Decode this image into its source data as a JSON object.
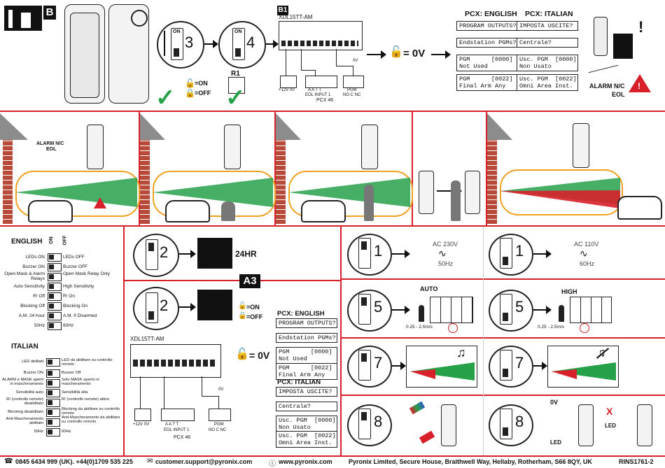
{
  "section_labels": {
    "b": "B",
    "b1": "B1",
    "a3": "A3"
  },
  "top": {
    "step3": {
      "num": "3",
      "on": "ON",
      "num_small": "3"
    },
    "step4": {
      "num": "4",
      "on": "ON",
      "num_small": "4"
    },
    "legend_on": "=ON",
    "legend_off": "=OFF",
    "r1": "R1",
    "board_title": "XDL15TT-AM",
    "board_labels": {
      "v12": "+12V 0V",
      "eol": "A  A  T  T",
      "eol_input": "EOL INPUT 1",
      "pgm": "PGM",
      "pgm_pins": "NO  C  NC",
      "ov": "0V",
      "pcx": "PCX 46"
    },
    "zero_v": "= 0V",
    "pcx_english": {
      "title": "PCX: ENGLISH",
      "lcd1": "PROGRAM OUTPUTS?",
      "lcd2": "Endstation PGMs?",
      "lcd3a": "PGM      [0000]",
      "lcd3b": "Not Used",
      "lcd4a": "PGM      [0022]",
      "lcd4b": "Final Arm Any"
    },
    "pcx_italian": {
      "title": "PCX: ITALIAN",
      "lcd1": "IMPOSTA USCITE?",
      "lcd2": "Centrale?",
      "lcd3a": "Usc. PGM  [0000]",
      "lcd3b": "Non Usato",
      "lcd4a": "Usc. PGM  [0022]",
      "lcd4b": "Omni Area Inst."
    },
    "alarm": "ALARM N/C",
    "eol": "EOL"
  },
  "scenes": {
    "alarm_label": "ALARM N/C",
    "eol_label": "EOL"
  },
  "english_dip": {
    "title": "ENGLISH",
    "on": "ON",
    "off": "OFF",
    "rows": [
      {
        "left": "LEDs ON",
        "right": "LEDs OFF"
      },
      {
        "left": "Buzzer ON",
        "right": "Buzzer OFF"
      },
      {
        "left": "Open Mask & Alarm Relays",
        "right": "Open Mask Relay Only"
      },
      {
        "left": "Auto Sensitivity",
        "right": "High Sensitivity"
      },
      {
        "left": "R! Off",
        "right": "R! On"
      },
      {
        "left": "Blocking Off",
        "right": "Blocking On"
      },
      {
        "left": "A.M. 24 hour",
        "right": "A.M. If Disarmed"
      },
      {
        "left": "50Hz",
        "right": "60Hz"
      }
    ]
  },
  "italian_dip": {
    "title": "ITALIAN",
    "rows": [
      {
        "left": "LED abilitati",
        "right": "LED da abilitare su controllo remoto"
      },
      {
        "left": "Buzzer ON",
        "right": "Buzzer Off"
      },
      {
        "left": "ALARM e MASK aperti in mascheramento",
        "right": "Solo MASK aperto in mascheramento"
      },
      {
        "left": "Sensibilità auto",
        "right": "Sensibilità alta"
      },
      {
        "left": "R! (controllo remoto) disabilitato",
        "right": "R! (controllo remoto) attivo"
      },
      {
        "left": "Blocking disabilitato",
        "right": "Blocking da abilitare su controllo remoto"
      },
      {
        "left": "Anti-Mascheramento abilitato",
        "right": "Anti-Mascheramento da abilitare su controllo remoto"
      },
      {
        "left": "50Hz",
        "right": "60Hz"
      }
    ]
  },
  "a3": {
    "step2a": "2",
    "hr24": "24HR",
    "step2b": "2",
    "legend_on": "=ON",
    "legend_off": "=OFF",
    "board_title": "XDL15TT-AM",
    "zero_v": "= 0V",
    "pcx_english": {
      "title": "PCX: ENGLISH",
      "lcd1": "PROGRAM OUTPUTS?",
      "lcd2": "Endstation PGMs?",
      "lcd3a": "PGM      [0000]",
      "lcd3b": "Not Used",
      "lcd4a": "PGM      [0022]",
      "lcd4b": "Final Arm Any"
    },
    "pcx_italian": {
      "title": "PCX: ITALIAN",
      "lcd1": "IMPOSTA USCITE?",
      "lcd2": "Centrale?",
      "lcd3a": "Usc. PGM  [0000]",
      "lcd3b": "Non Usato",
      "lcd4a": "Usc. PGM  [0022]",
      "lcd4b": "Omni Area Inst."
    },
    "board_labels": {
      "v12": "+12V 0V",
      "eol": "A  A  T  T",
      "eol_input": "EOL INPUT 1",
      "pgm": "PGM",
      "pgm_pins": "NO  C  NC",
      "ov": "0V",
      "pcx": "PCX 46"
    }
  },
  "right": {
    "step1a": "1",
    "ac230": "AC 230V",
    "hz50": "50Hz",
    "step1b": "1",
    "ac110": "AC 110V",
    "hz60": "60Hz",
    "step5a": "5",
    "auto": "AUTO",
    "speed1": "0.25 - 2.5m/s",
    "step5b": "5",
    "high": "HIGH",
    "speed2": "0.25 - 2.5m/s",
    "step7a": "7",
    "step7b": "7",
    "step8a": "8",
    "step8b": "8",
    "zero_v": "0V",
    "led": "LED",
    "led2": "LED",
    "x": "X"
  },
  "footer": {
    "phone": "0845 6434 999 (UK). +44(0)1709 535 225",
    "email": "customer.support@pyronix.com",
    "web": "www.pyronix.com",
    "address": "Pyronix Limited, Secure House, Braithwell Way, Hellaby, Rotherham, S66 8QY, UK",
    "doc": "RINS1761-2"
  },
  "colors": {
    "red": "#d7202a",
    "green": "#27a04a",
    "brick": "#b84a3a",
    "beam_outline": "#f0a020"
  }
}
